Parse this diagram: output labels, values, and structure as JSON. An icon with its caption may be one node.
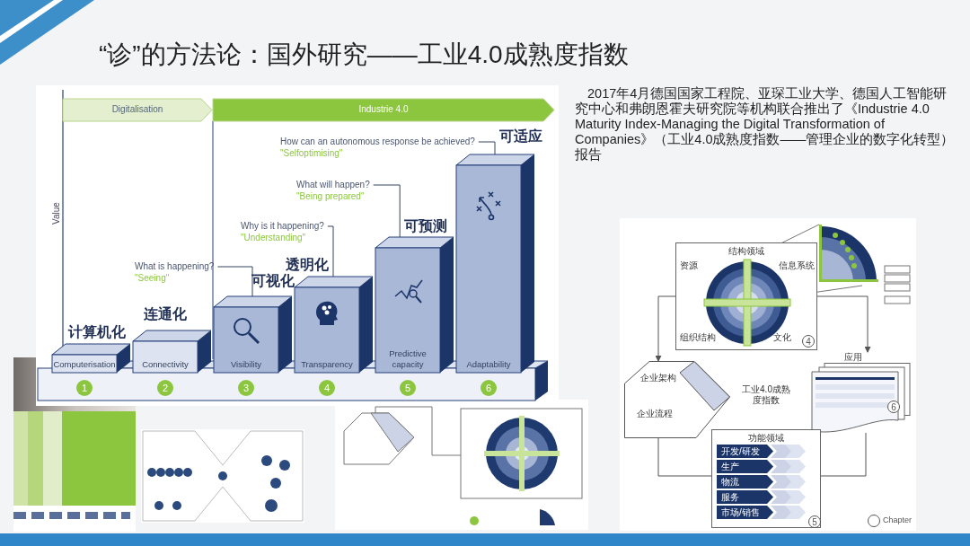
{
  "diagram": {
    "title": "“诊”的方法论：国外研究——工业4.0成熟度指数",
    "nodes": [
      {
        "text": [
          "Digitalisation"
        ]
      },
      {
        "text": [
          "Industrie 4.0"
        ]
      },
      {
        "text": [
          "Computerisation"
        ],
        "beside": [
          "计算机化"
        ]
      },
      {
        "text": [
          "Connectivity"
        ],
        "beside": [
          "连通化"
        ]
      },
      {
        "text": [
          "Visibility"
        ],
        "beside": [
          "可视化"
        ]
      },
      {
        "text": [
          "Transparency"
        ],
        "beside": [
          "透明化"
        ]
      },
      {
        "text": [
          "Predictive capacity"
        ],
        "beside": [
          "可预测"
        ]
      },
      {
        "text": [
          "Adaptability"
        ],
        "beside": [
          "可适应"
        ]
      },
      {
        "text": [
          "What is happening?",
          "\"Seeing\""
        ]
      },
      {
        "text": [
          "Why is it happening?",
          "\"Understanding\""
        ]
      },
      {
        "text": [
          "What will happen?",
          "\"Being prepared\""
        ]
      },
      {
        "text": [
          "How can an autonomous response be achieved?",
          "\"Selfoptimising\""
        ]
      },
      {
        "text": [
          "1"
        ]
      },
      {
        "text": [
          "2"
        ]
      },
      {
        "text": [
          "3"
        ]
      },
      {
        "text": [
          "4"
        ]
      },
      {
        "text": [
          "5"
        ]
      },
      {
        "text": [
          "6"
        ]
      },
      {
        "text": [
          "结构领域"
        ]
      },
      {
        "text": [
          "资源"
        ],
        "in": 18
      },
      {
        "text": [
          "信息系统"
        ],
        "in": 18
      },
      {
        "text": [
          "组织结构"
        ],
        "in": 18
      },
      {
        "text": [
          "文化"
        ],
        "in": 18
      },
      {
        "text": [
          "4"
        ],
        "in": 18
      },
      {
        "text": [
          "企业架构",
          "企业流程"
        ]
      },
      {
        "text": [
          "应用"
        ]
      },
      {
        "text": [
          "6"
        ],
        "in": 25
      },
      {
        "text": [
          "功能领域"
        ]
      },
      {
        "text": [
          "开发/研发"
        ],
        "in": 27
      },
      {
        "text": [
          "生产"
        ],
        "in": 27
      },
      {
        "text": [
          "物流"
        ],
        "in": 27
      },
      {
        "text": [
          "服务"
        ],
        "in": 27
      },
      {
        "text": [
          "市场/销售"
        ],
        "in": 27
      },
      {
        "text": [
          "5"
        ],
        "in": 27
      }
    ],
    "edges": [
      {
        "from": 8,
        "to": 4,
        "arrow": "none"
      },
      {
        "from": 9,
        "to": 5,
        "arrow": "none"
      },
      {
        "from": 10,
        "to": 6,
        "arrow": "none"
      },
      {
        "from": 11,
        "to": 7,
        "arrow": "none"
      },
      {
        "from": 18,
        "to": 24,
        "arrow": "to"
      },
      {
        "from": 18,
        "to": 25,
        "arrow": "to"
      },
      {
        "from": 24,
        "to": 27,
        "arrow": "none"
      },
      {
        "from": 27,
        "to": 25,
        "arrow": "none"
      }
    ],
    "labels": [
      "2017年4月德国国家工程院、亚琛工业大学、德国人工智能研究中心和弗朗恩霍夫研究院等机构联合推出了《Industrie 4.0 Maturity Index-Managing the Digital Transformation of Companies》（工业4.0成熟度指数——管理企业的数字化转型）报告",
      "Value",
      "工业4.0成熟度指数"
    ],
    "legend": [
      {
        "text": "Chapter"
      }
    ]
  }
}
